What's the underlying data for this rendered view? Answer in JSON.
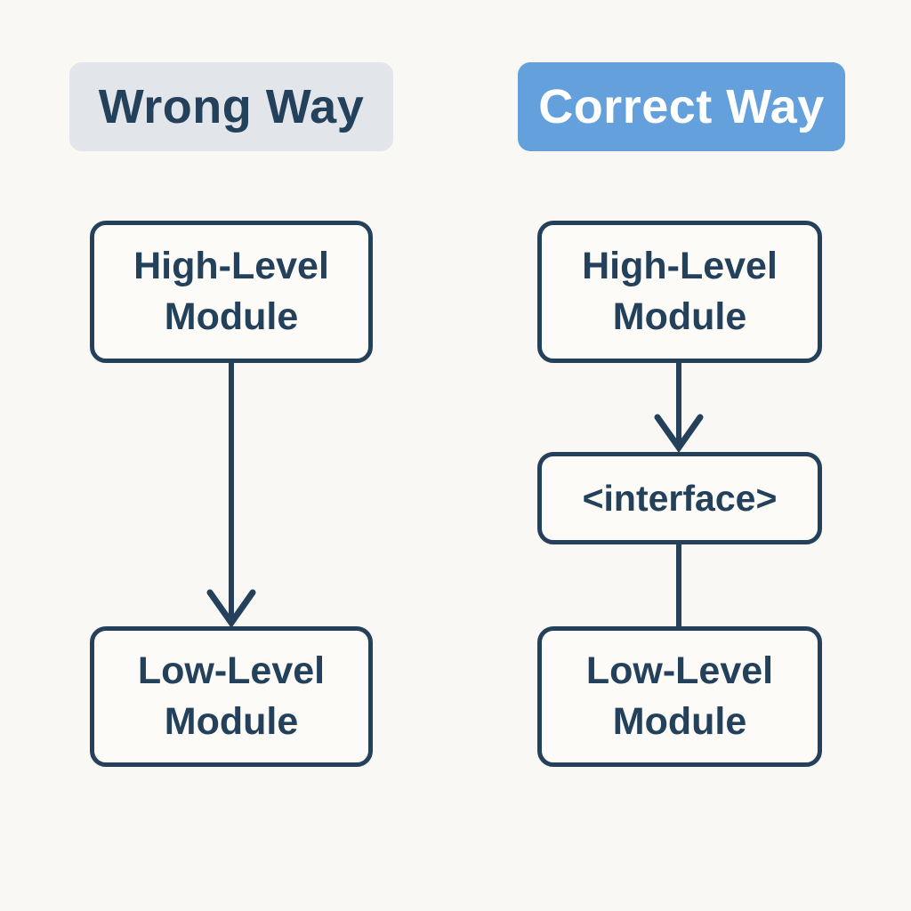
{
  "diagram": {
    "title_implicit": "Dependency Inversion comparison",
    "colors": {
      "background": "#FAF8F5",
      "outline_navy": "#24405A",
      "node_text": "#24415B",
      "wrong_header_bg": "#E2E5E9",
      "wrong_header_text": "#24415B",
      "correct_header_bg": "#64A0DC",
      "correct_header_text": "#FFFFFF"
    },
    "columns": {
      "wrong": {
        "header": {
          "label": "Wrong Way"
        },
        "nodes": {
          "high": {
            "label": "High-Level\nModule"
          },
          "low": {
            "label": "Low-Level\nModule"
          }
        },
        "edges": [
          {
            "from": "high",
            "to": "low",
            "style": "arrow-down"
          }
        ]
      },
      "correct": {
        "header": {
          "label": "Correct Way"
        },
        "nodes": {
          "high": {
            "label": "High-Level\nModule"
          },
          "interface": {
            "label": "<interface>"
          },
          "low": {
            "label": "Low-Level\nModule"
          }
        },
        "edges": [
          {
            "from": "high",
            "to": "interface",
            "style": "arrow-down"
          },
          {
            "from": "interface",
            "to": "low",
            "style": "plain-line"
          }
        ]
      }
    }
  }
}
